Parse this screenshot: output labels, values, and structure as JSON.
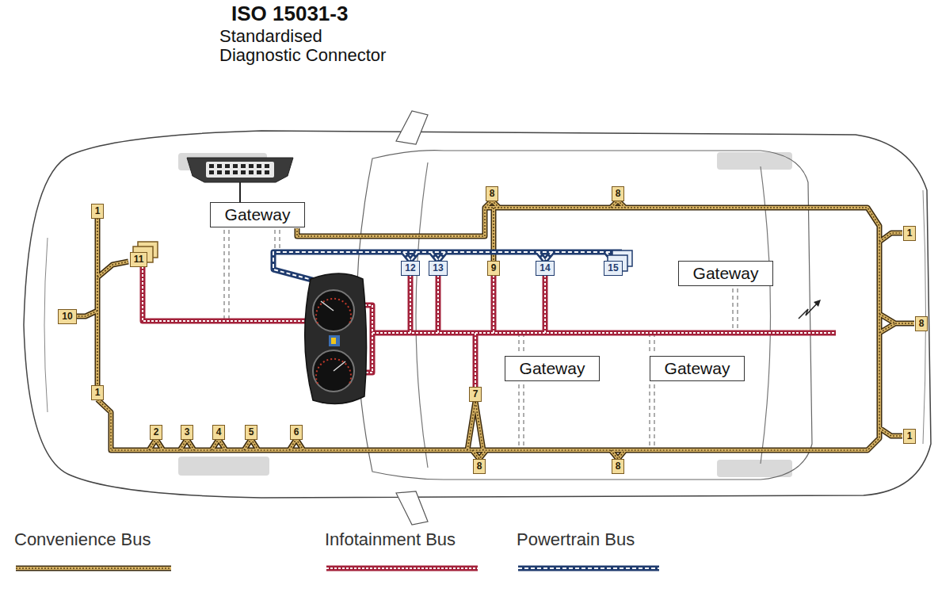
{
  "diagram": {
    "title": "ISO 15031-3",
    "nodes": [
      {
        "text": [
          "Gateway"
        ]
      },
      {
        "text": [
          "Gateway"
        ]
      },
      {
        "text": [
          "Gateway"
        ]
      },
      {
        "text": [
          "Gateway"
        ]
      }
    ],
    "labels": [
      "Standardised Diagnostic Connector",
      "8",
      "8",
      "1",
      "1",
      "11",
      "12",
      "13",
      "9",
      "14",
      "15",
      "10",
      "8",
      "1",
      "7",
      "2",
      "3",
      "4",
      "5",
      "6",
      "1",
      "8",
      "8"
    ],
    "legend": [
      {
        "text": "Convenience Bus"
      },
      {
        "text": "Infotainment Bus"
      },
      {
        "text": "Powertrain Bus"
      }
    ]
  }
}
